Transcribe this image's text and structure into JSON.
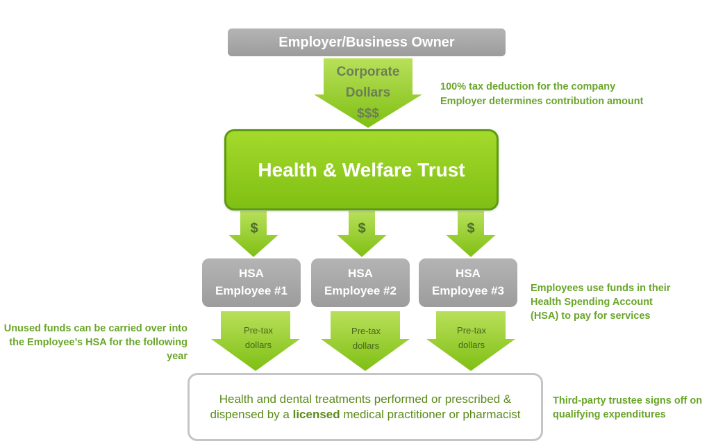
{
  "owner": {
    "label": "Employer/Business Owner"
  },
  "corporate": {
    "line1": "Corporate",
    "line2": "Dollars",
    "line3": "$$$"
  },
  "tax_note": {
    "line1": "100% tax deduction for the company",
    "line2": "Employer determines contribution amount"
  },
  "trust": {
    "label": "Health & Welfare Trust"
  },
  "dollar_sign": "$",
  "hsa": [
    {
      "line1": "HSA",
      "line2": "Employee #1"
    },
    {
      "line1": "HSA",
      "line2": "Employee #2"
    },
    {
      "line1": "HSA",
      "line2": "Employee #3"
    }
  ],
  "pretax": {
    "line1": "Pre-tax",
    "line2": "dollars"
  },
  "employees_note": {
    "text": "Employees use funds in their Health Spending Account (HSA) to pay for services"
  },
  "unused_note": {
    "text": "Unused funds can be carried over into the Employee’s HSA for the following year"
  },
  "treatment": {
    "line1": "Health and dental treatments performed or prescribed &",
    "line2_before": "dispensed by a ",
    "line2_bold": "licensed",
    "line2_after": " medical practitioner or pharmacist"
  },
  "trustee_note": {
    "text": "Third-party trustee signs off on qualifying expenditures"
  },
  "colors": {
    "green_arrow": "#8cc81a",
    "green_text": "#6aa52a",
    "gray_box": "#a8a8a8",
    "trust_border": "#5e9a10"
  }
}
